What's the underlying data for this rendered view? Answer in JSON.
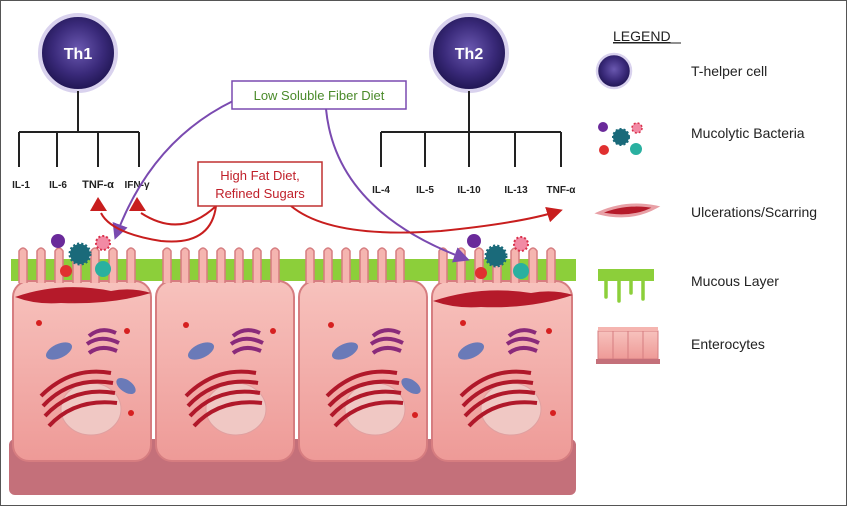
{
  "th1": {
    "label": "Th1",
    "cytokines": [
      "IL-1",
      "IL-6",
      "TNF-α",
      "IFN-γ"
    ]
  },
  "th2": {
    "label": "Th2",
    "cytokines": [
      "IL-4",
      "IL-5",
      "IL-10",
      "IL-13",
      "TNF-α"
    ]
  },
  "diets": {
    "fiber": "Low Soluble Fiber Diet",
    "fat_line1": "High Fat Diet,",
    "fat_line2": "Refined Sugars"
  },
  "legend": {
    "title": "LEGEND",
    "items": [
      "T-helper cell",
      "Mucolytic Bacteria",
      "Ulcerations/Scarring",
      "Mucous Layer",
      "Enterocytes"
    ]
  },
  "colors": {
    "th_cell": "#3a2a6e",
    "fiber_text": "#4a8a2a",
    "fiber_border": "#7a4ab0",
    "fat_text": "#c0202a",
    "fat_border": "#c03030",
    "arrow_red": "#c81e1e",
    "arrow_purple": "#7a4ab0",
    "cell_fill": "#f2aaa6",
    "mucus": "#8ccf3a",
    "base": "#c4707a"
  }
}
